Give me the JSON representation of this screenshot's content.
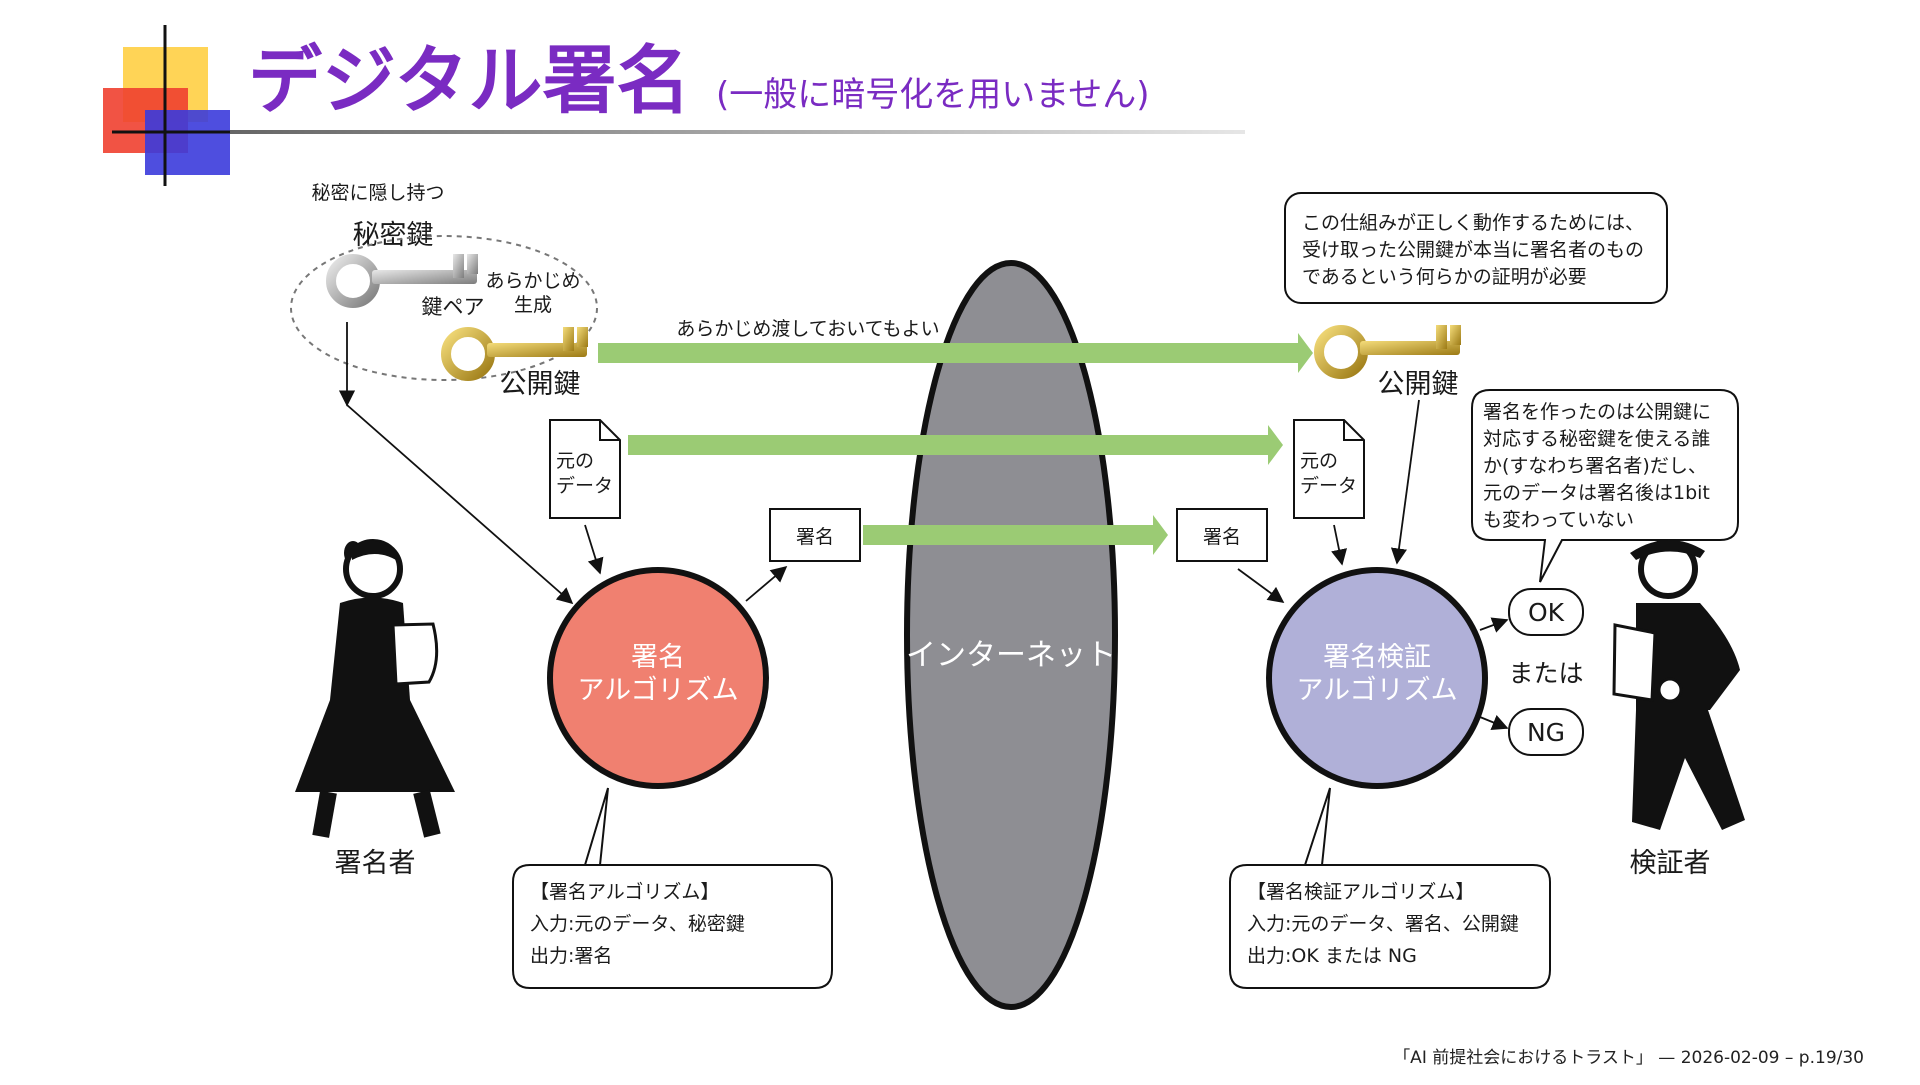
{
  "title": {
    "main": "デジタル署名",
    "sub": "(一般に暗号化を用いません)"
  },
  "left": {
    "secret_note": "秘密に隠し持つ",
    "private_key_label": "秘密鍵",
    "keypair_label": "鍵ペア",
    "pregen_line1": "あらかじめ",
    "pregen_line2": "生成",
    "public_key_label": "公開鍵",
    "data_doc_line1": "元の",
    "data_doc_line2": "データ",
    "signature_box": "署名",
    "algo_line1": "署名",
    "algo_line2": "アルゴリズム",
    "person_label": "署名者",
    "info": {
      "title": "【署名アルゴリズム】",
      "input": "入力:元のデータ、秘密鍵",
      "output": "出力:署名"
    }
  },
  "center": {
    "internet_label": "インターネット",
    "pre_delivery_note": "あらかじめ渡しておいてもよい"
  },
  "right": {
    "callout_top": [
      "この仕組みが正しく動作するためには、",
      "受け取った公開鍵が本当に署名者のもの",
      "であるという何らかの証明が必要"
    ],
    "public_key_label": "公開鍵",
    "data_doc_line1": "元の",
    "data_doc_line2": "データ",
    "signature_box": "署名",
    "algo_line1": "署名検証",
    "algo_line2": "アルゴリズム",
    "callout_result": [
      "署名を作ったのは公開鍵に",
      "対応する秘密鍵を使える誰",
      "か(すなわち署名者)だし、",
      "元のデータは署名後は1bit",
      "も変わっていない"
    ],
    "ok_label": "OK",
    "or_label": "または",
    "ng_label": "NG",
    "person_label": "検証者",
    "info": {
      "title": "【署名検証アルゴリズム】",
      "input": "入力:元のデータ、署名、公開鍵",
      "output": "出力:OK または NG"
    }
  },
  "footer": "「AI 前提社会におけるトラスト」 — 2026-02-09 – p.19/30",
  "colors": {
    "title": "#7a2bc2",
    "sign_algo": "#f08070",
    "verify_algo": "#b0b0d8",
    "internet": "#8e8e93",
    "arrow": "#9bcb74",
    "gold_key": "#c8a32a",
    "silver_key": "#a9a9a9"
  },
  "icons": {
    "private_key": "silver-key-icon",
    "public_key": "gold-key-icon",
    "signer": "woman-holding-document-icon",
    "verifier": "man-reading-document-icon"
  }
}
